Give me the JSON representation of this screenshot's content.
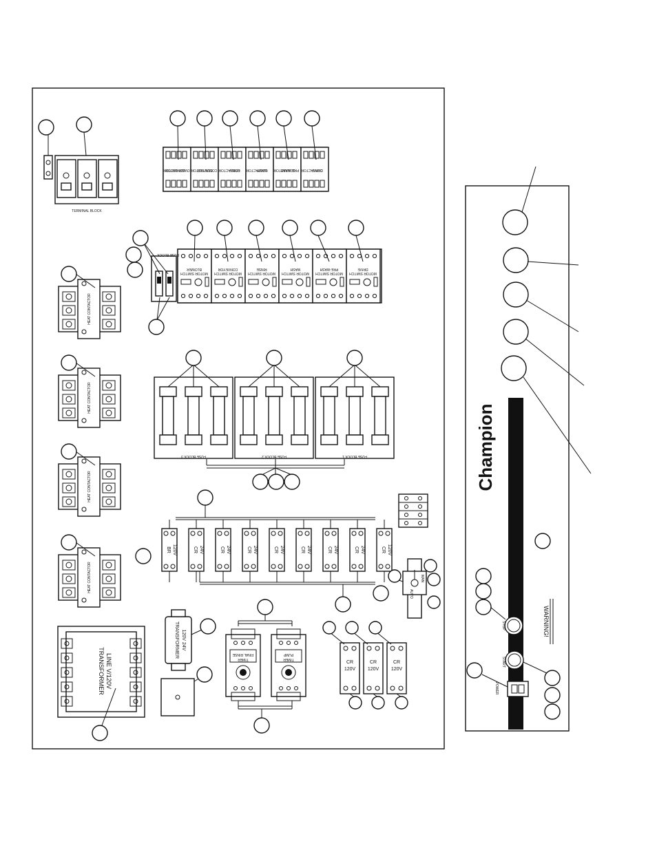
{
  "panel": {
    "terminal_block_label": "TERMINAL BLOCK",
    "fuse_block_label": "FUSE BLOCK",
    "heat_contactor_label": "HEAT CONTACTOR",
    "fuse_blocks": [
      "FUSE BLOCK 3",
      "FUSE BLOCK 2",
      "FUSE BLOCK 1"
    ],
    "contactors": [
      {
        "line1": "CONTACTOR",
        "line2": "BLOWER MOTOR"
      },
      {
        "line1": "CONTACTOR",
        "line2": "CONVEYOR"
      },
      {
        "line1": "CONTACTOR",
        "line2": "RINSE"
      },
      {
        "line1": "CONTACTOR",
        "line2": "WASH"
      },
      {
        "line1": "CONTACTOR",
        "line2": "PRE-WASH"
      },
      {
        "line1": "CONTACTOR",
        "line2": "DRIVE"
      }
    ],
    "motor_switches": [
      {
        "line1": "MOTOR SWITCH",
        "line2": "BLOWER"
      },
      {
        "line1": "MOTOR SWITCH",
        "line2": "CONVEYOR"
      },
      {
        "line1": "MOTOR SWITCH",
        "line2": "RINSE"
      },
      {
        "line1": "MOTOR SWITCH",
        "line2": "WASH"
      },
      {
        "line1": "MOTOR SWITCH",
        "line2": "PRE-WASH"
      },
      {
        "line1": "MOTOR SWITCH",
        "line2": "DRIVE"
      }
    ],
    "relays": [
      {
        "name": "BR",
        "volt": "120V"
      },
      {
        "name": "CR",
        "volt": "24V"
      },
      {
        "name": "CR",
        "volt": "24V"
      },
      {
        "name": "CR",
        "volt": "24V"
      },
      {
        "name": "CR",
        "volt": "24V"
      },
      {
        "name": "CR",
        "volt": "24V"
      },
      {
        "name": "CR",
        "volt": "24V"
      },
      {
        "name": "CR",
        "volt": "24V"
      },
      {
        "name": "CR",
        "volt": "120V"
      }
    ],
    "small_transformer": {
      "line1": "TRANSFORMER",
      "line2": "120V 24V"
    },
    "main_transformer": {
      "line1": "TRANSFORMER",
      "line2": "LINE V/120V"
    },
    "timers": [
      {
        "line1": "FINAL RINSE",
        "line2": "TIMER"
      },
      {
        "line1": "PUMP",
        "line2": "TIMER"
      }
    ],
    "relays_120": [
      {
        "name": "CR",
        "volt": "120V"
      },
      {
        "name": "CR",
        "volt": "120V"
      },
      {
        "name": "CR",
        "volt": "120V"
      }
    ],
    "switch_labels": {
      "left": "AUTO",
      "right": "MAN"
    }
  },
  "control_panel": {
    "brand": "Champion",
    "warning": "WARNING!",
    "stop_label": "STOP",
    "start_label": "START",
    "power_label": "POWER"
  }
}
